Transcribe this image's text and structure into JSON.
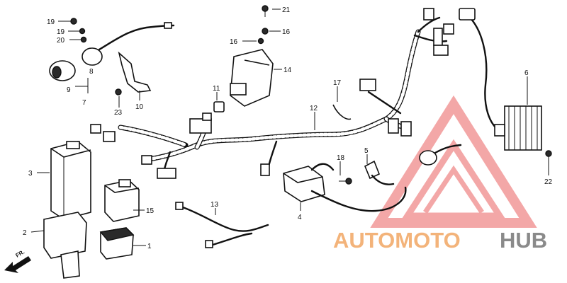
{
  "callouts": {
    "c1": "1",
    "c2": "2",
    "c3": "3",
    "c4": "4",
    "c5": "5",
    "c6": "6",
    "c7": "7",
    "c8": "8",
    "c9": "9",
    "c10": "10",
    "c11": "11",
    "c12": "12",
    "c13": "13",
    "c14": "14",
    "c15": "15",
    "c16a": "16",
    "c16b": "16",
    "c17": "17",
    "c18": "18",
    "c19a": "19",
    "c19b": "19",
    "c20": "20",
    "c21": "21",
    "c22": "22",
    "c23": "23"
  },
  "direction_marker": "FR.",
  "watermark": {
    "part1": "AUTOMOTO",
    "part2": "HUB",
    "color_accent": "#f3b37a",
    "color_gray": "#8a8a8a",
    "logo_color": "#f08a8a"
  },
  "colors": {
    "ink": "#111111",
    "background": "#ffffff"
  }
}
